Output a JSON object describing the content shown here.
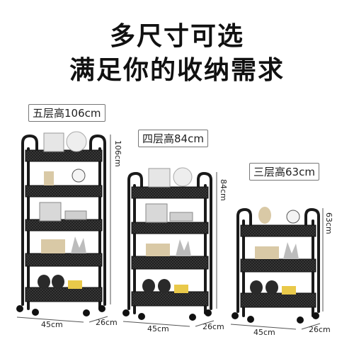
{
  "headline": {
    "line1": "多尺寸可选",
    "line2": "满足你的收纳需求"
  },
  "products": [
    {
      "label": "五层高106cm",
      "height": "106cm",
      "width": "45cm",
      "depth": "26cm",
      "tiers": 5
    },
    {
      "label": "四层高84cm",
      "height": "84cm",
      "width": "45cm",
      "depth": "26cm",
      "tiers": 4
    },
    {
      "label": "三层高63cm",
      "height": "63cm",
      "width": "45cm",
      "depth": "26cm",
      "tiers": 3
    }
  ],
  "colors": {
    "frame": "#1a1a1a",
    "basket": "#2a2a2a",
    "text": "#111111",
    "book": "#dcdcdc",
    "box": "#d9c9a6"
  }
}
